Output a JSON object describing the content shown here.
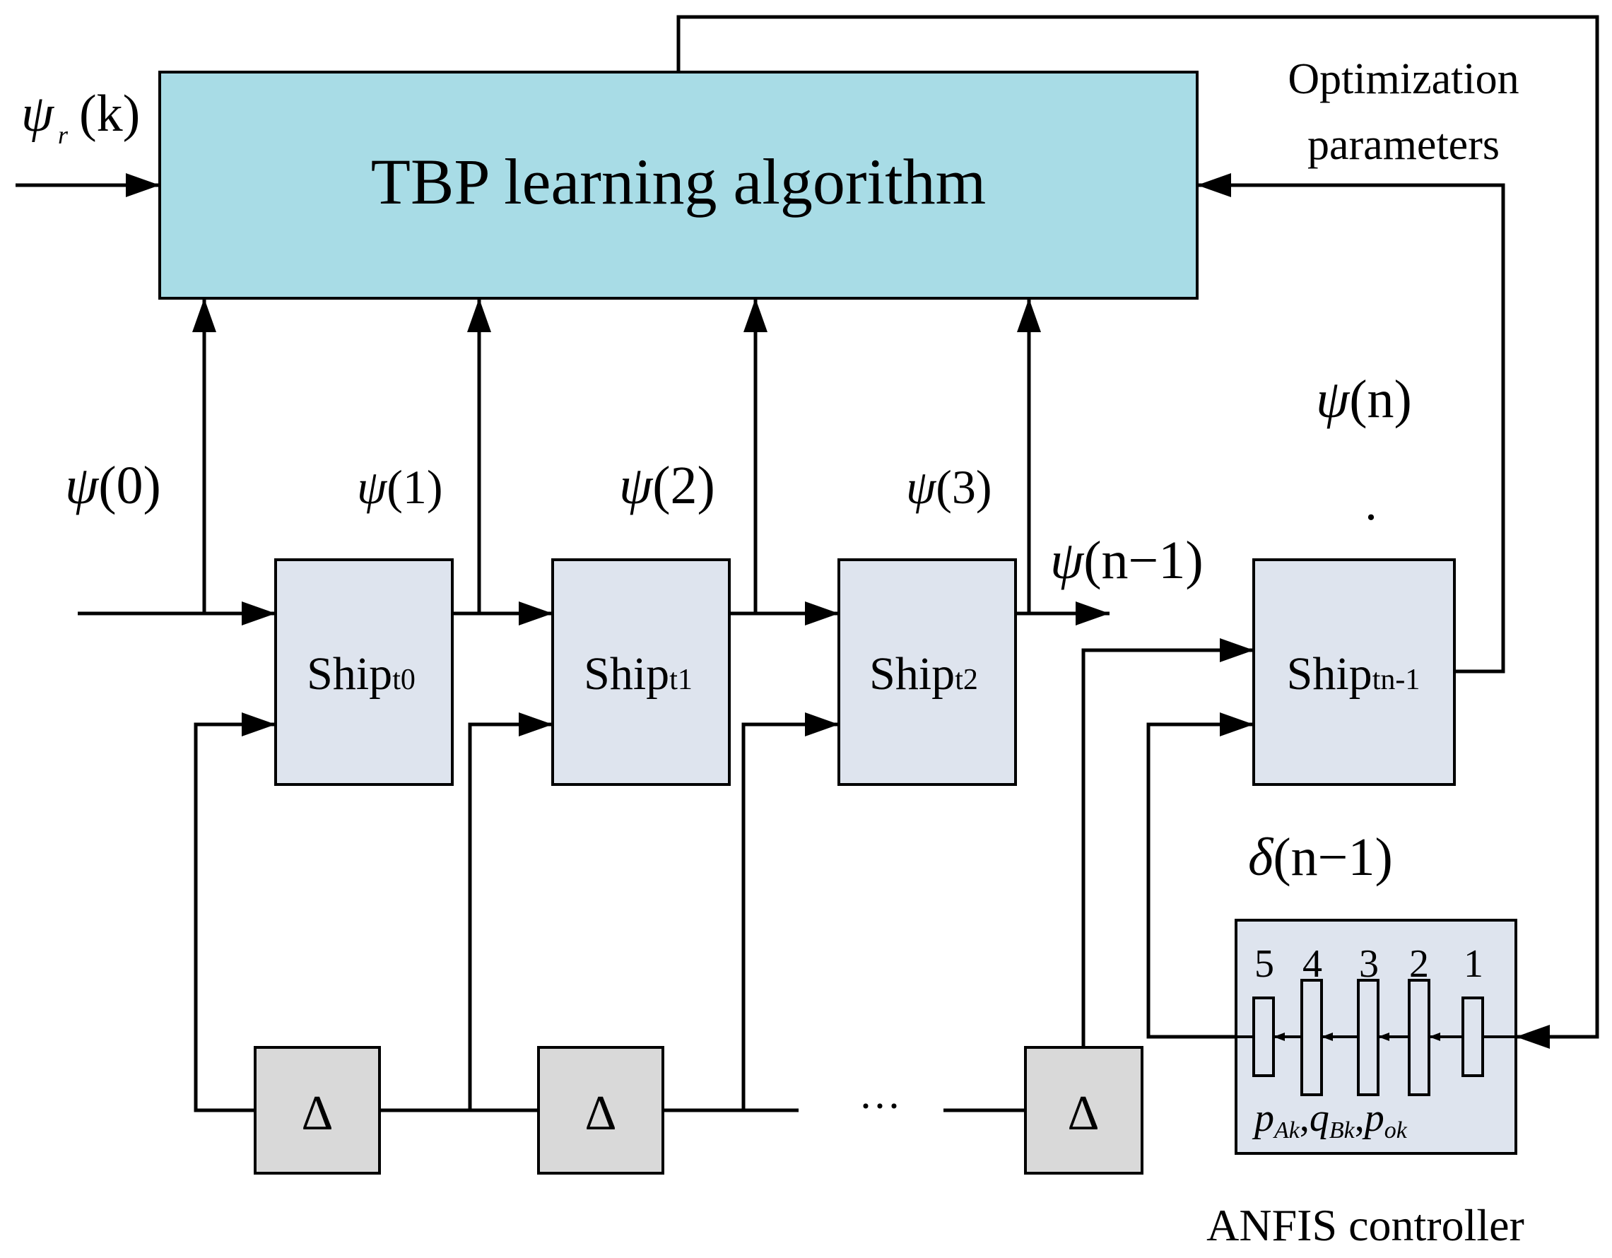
{
  "algorithm_block": {
    "label": "TBP learning algorithm",
    "fill": "#a8dce6"
  },
  "reference_input": {
    "psi": "ψ",
    "sub": "r",
    "arg": "(k)"
  },
  "optimization_label": {
    "line1": "Optimization",
    "line2": "parameters"
  },
  "ship_blocks": [
    {
      "base": "Ship",
      "sub": "t0"
    },
    {
      "base": "Ship",
      "sub": "t1"
    },
    {
      "base": "Ship",
      "sub": "t2"
    },
    {
      "base": "Ship",
      "sub": "tn-1"
    }
  ],
  "state_labels": [
    {
      "psi": "ψ",
      "arg": "(0)"
    },
    {
      "psi": "ψ",
      "arg": "(1)"
    },
    {
      "psi": "ψ",
      "arg": "(2)"
    },
    {
      "psi": "ψ",
      "arg": "(3)"
    },
    {
      "psi": "ψ",
      "arg": "(n−1)"
    },
    {
      "psi": "ψ",
      "arg": "(n)"
    }
  ],
  "dot": ".",
  "delta_blocks": [
    "Δ",
    "Δ",
    "Δ"
  ],
  "ellipsis": "···",
  "rudder_label": {
    "delta": "δ",
    "arg": "(n−1)"
  },
  "anfis": {
    "layers": [
      "5",
      "4",
      "3",
      "2",
      "1"
    ],
    "params": {
      "p": "p",
      "p_sub": "Ak",
      "q": "q",
      "q_sub": "Bk",
      "p2": "p",
      "p2_sub": "ok"
    },
    "caption": "ANFIS controller"
  },
  "colors": {
    "ship_fill": "#dee4ee",
    "delta_fill": "#d9d9d9",
    "anfis_fill": "#dee4ee",
    "line": "#000000"
  }
}
